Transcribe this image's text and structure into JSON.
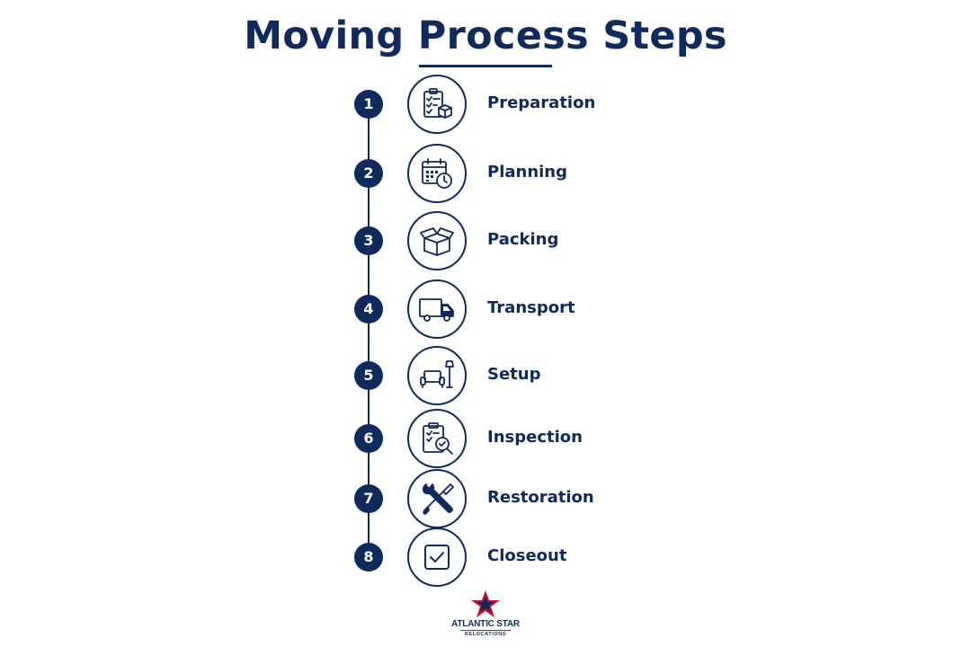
{
  "title": "Moving Process Steps",
  "colors": {
    "primary": "#0f2a5c",
    "accent": "#c8102e",
    "background": "#ffffff"
  },
  "steps": [
    {
      "number": "1",
      "label": "Preparation",
      "icon": "checklist-box-icon"
    },
    {
      "number": "2",
      "label": "Planning",
      "icon": "calendar-clock-icon"
    },
    {
      "number": "3",
      "label": "Packing",
      "icon": "open-box-icon"
    },
    {
      "number": "4",
      "label": "Transport",
      "icon": "truck-icon"
    },
    {
      "number": "5",
      "label": "Setup",
      "icon": "sofa-lamp-icon"
    },
    {
      "number": "6",
      "label": "Inspection",
      "icon": "clipboard-magnifier-icon"
    },
    {
      "number": "7",
      "label": "Restoration",
      "icon": "wrench-screwdriver-icon"
    },
    {
      "number": "8",
      "label": "Closeout",
      "icon": "checkbox-icon"
    }
  ],
  "logo": {
    "name": "ATLANTIC STAR",
    "sub": "RELOCATIONS",
    "icon": "star-logo-icon"
  }
}
